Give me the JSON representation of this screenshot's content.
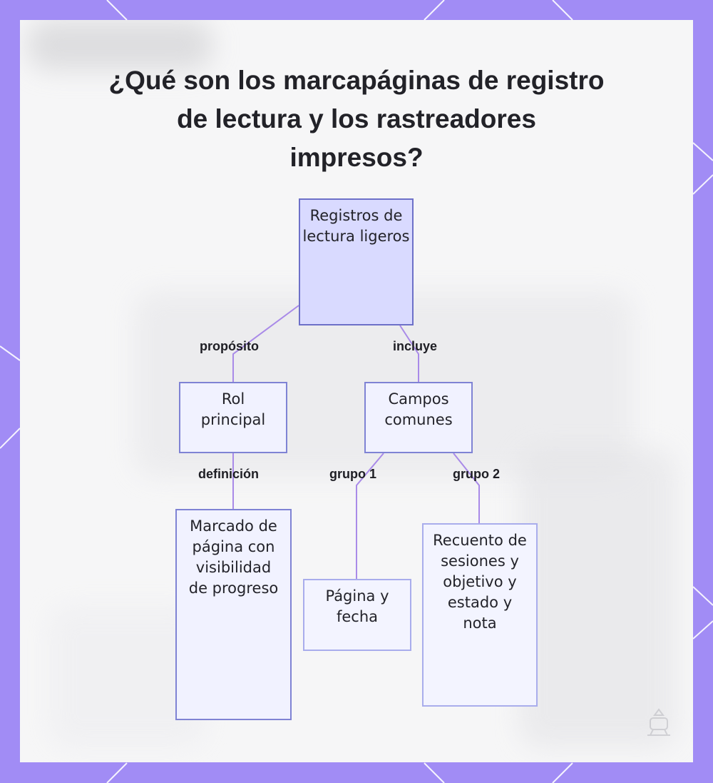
{
  "title": "¿Qué son los marcapáginas de registro de lectura y los rastreadores impresos?",
  "colors": {
    "frame": "#a18cf5",
    "panel": "#f6f6f7",
    "edge": "#a98ae8",
    "root_fill": "#d9daff",
    "node_fill": "#f1f2ff"
  },
  "nodes": {
    "root": "Registros de lectura ligeros",
    "rol": "Rol principal",
    "campos": "Campos comunes",
    "marcado": "Marcado de página con visibilidad de progreso",
    "pagina": "Página y fecha",
    "recuento": "Recuento de sesiones y objetivo y estado y nota"
  },
  "edges": {
    "proposito": "propósito",
    "incluye": "incluye",
    "definicion": "definición",
    "grupo1": "grupo 1",
    "grupo2": "grupo 2"
  },
  "icons": {
    "brand": "brand-logo-icon"
  }
}
